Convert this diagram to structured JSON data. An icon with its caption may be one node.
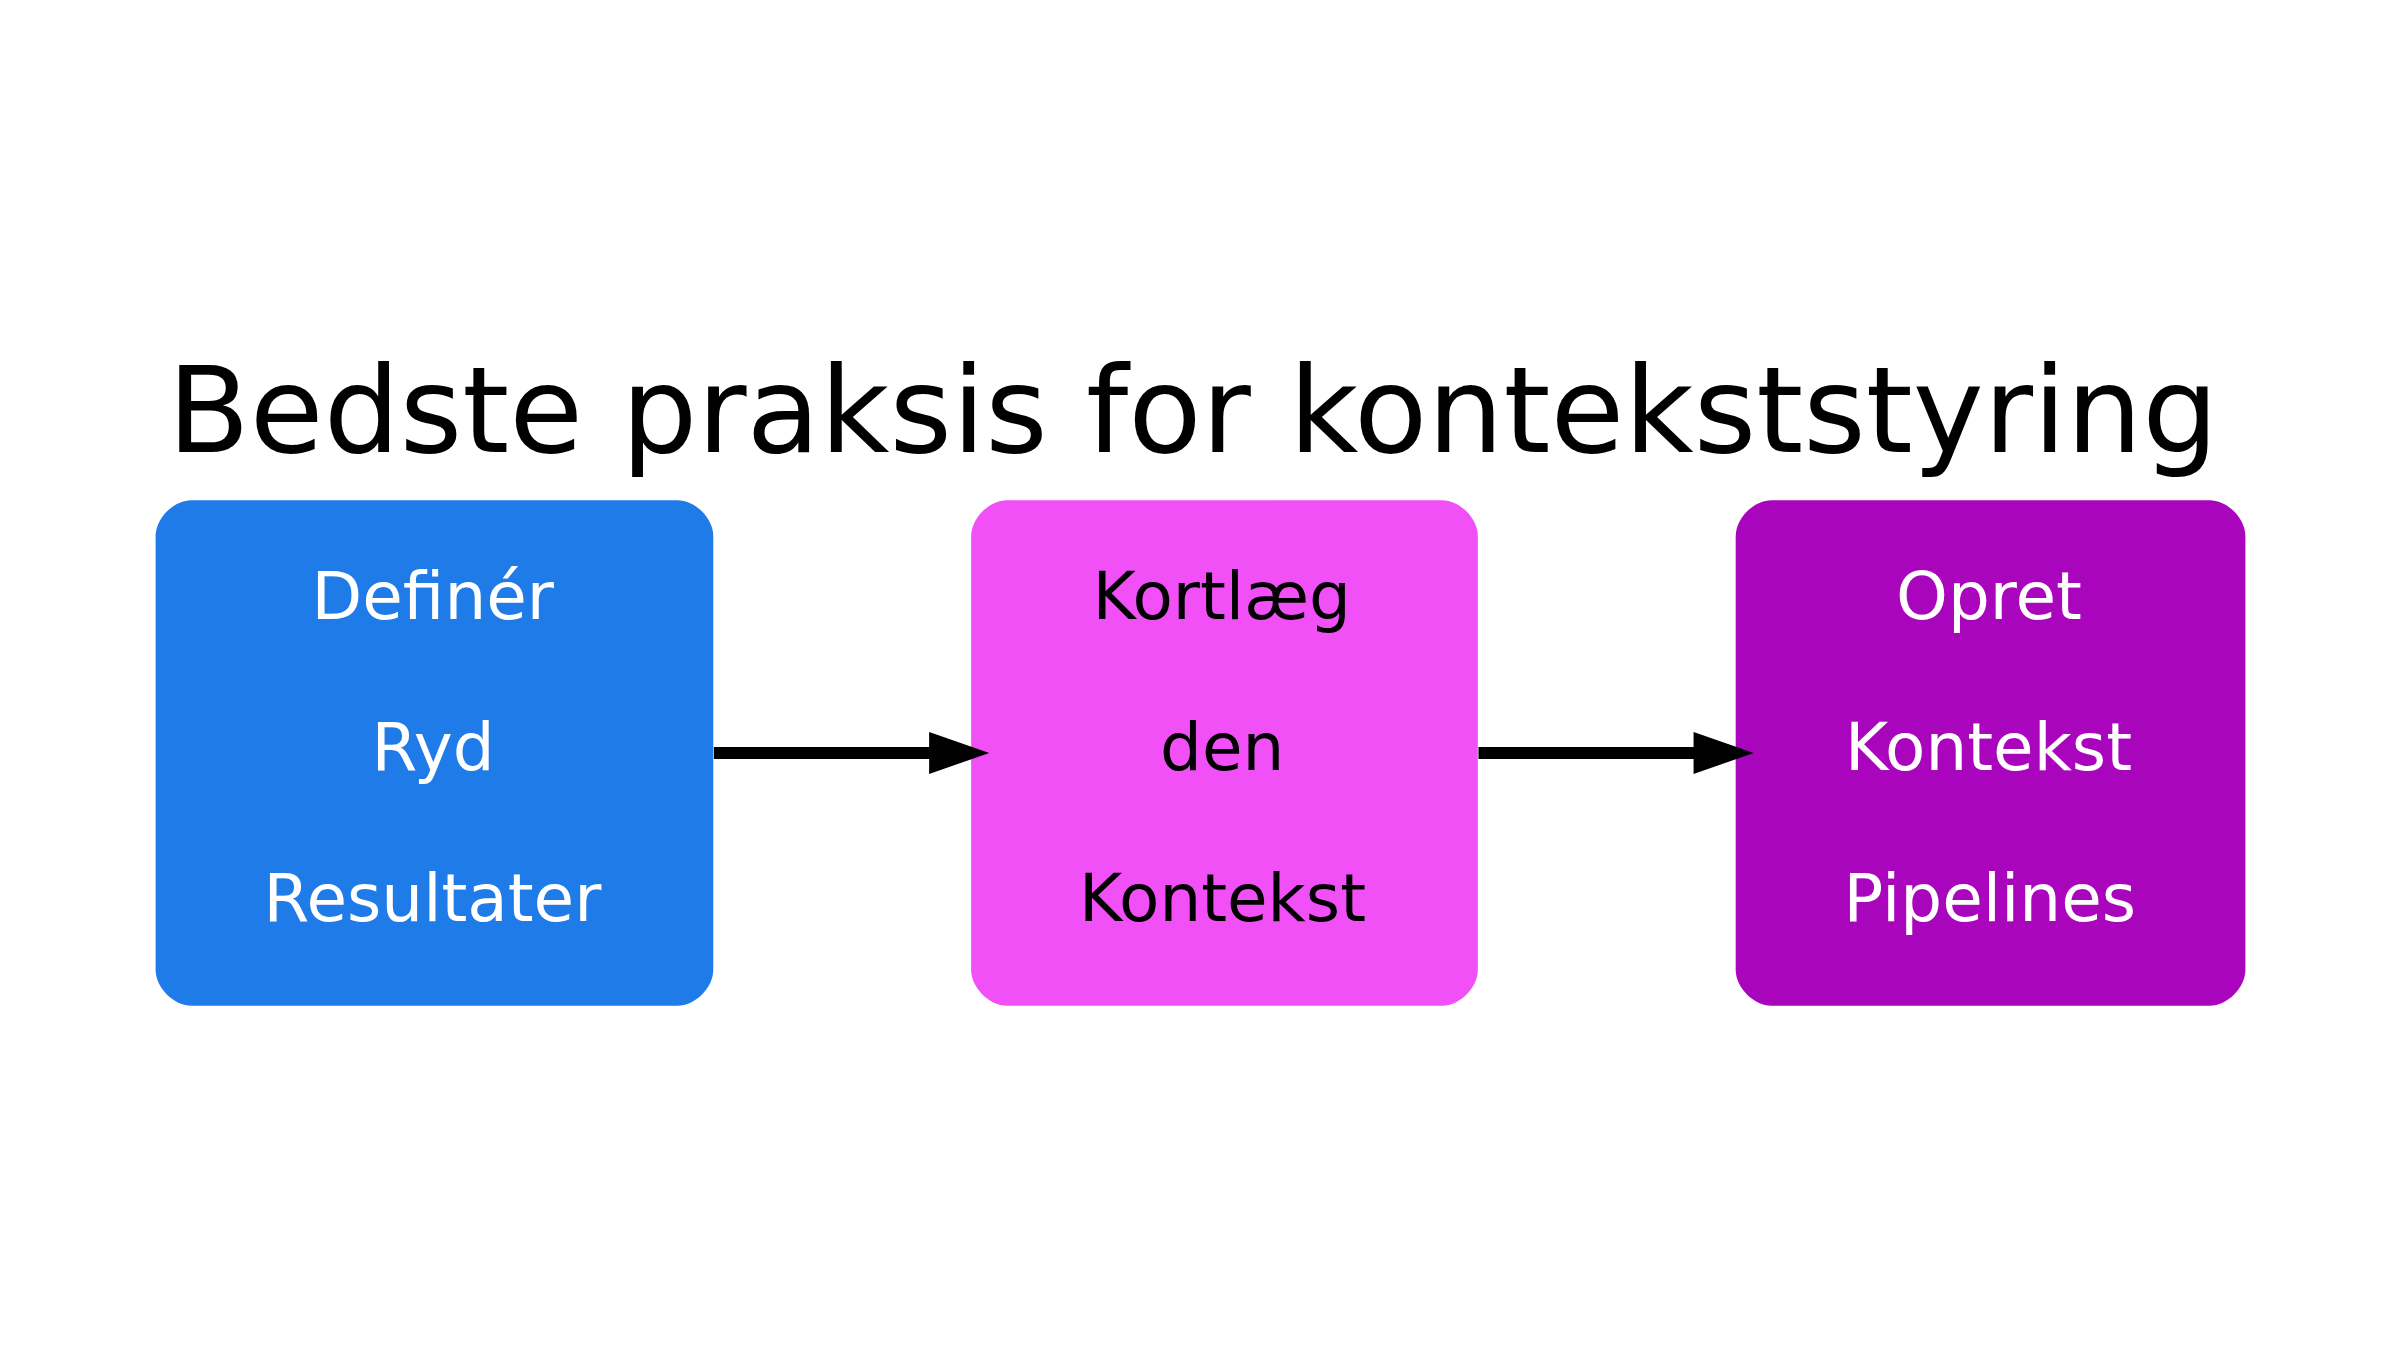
{
  "diagram": {
    "title": "Bedste praksis for kontekststyring",
    "nodes": [
      {
        "text": [
          "Definér",
          "Ryd",
          "Resultater"
        ]
      },
      {
        "text": [
          "Kortlæg",
          "den",
          "Kontekst"
        ]
      },
      {
        "text": [
          "Opret",
          "Kontekst",
          "Pipelines"
        ]
      }
    ],
    "edges": [
      {
        "from": 0,
        "to": 1,
        "arrow": "to"
      },
      {
        "from": 1,
        "to": 2,
        "arrow": "to"
      }
    ]
  }
}
